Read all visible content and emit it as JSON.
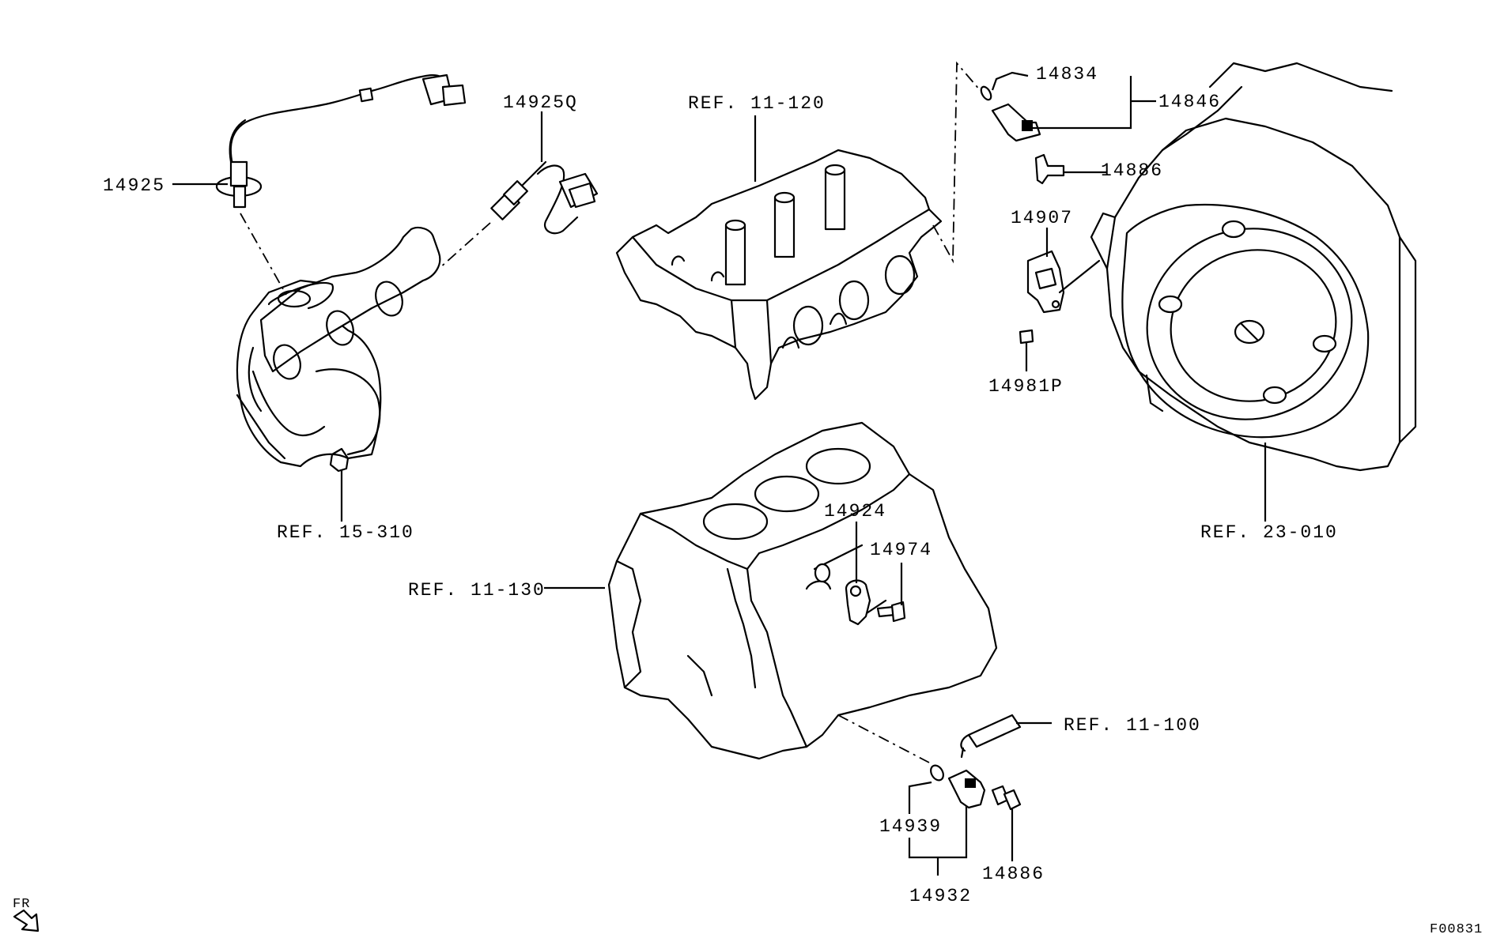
{
  "diagram_id": "F00831",
  "orientation": "FR",
  "labels": {
    "p14925": "14925",
    "p14925q": "14925Q",
    "ref_11_120": "REF. 11-120",
    "p14834": "14834",
    "p14846": "14846",
    "p14886_top": "14886",
    "p14907": "14907",
    "p14981p": "14981P",
    "ref_15_310": "REF. 15-310",
    "ref_23_010": "REF. 23-010",
    "p14924": "14924",
    "p14974": "14974",
    "ref_11_130": "REF. 11-130",
    "ref_11_100": "REF. 11-100",
    "p14939": "14939",
    "p14886_bottom": "14886",
    "p14932": "14932"
  }
}
